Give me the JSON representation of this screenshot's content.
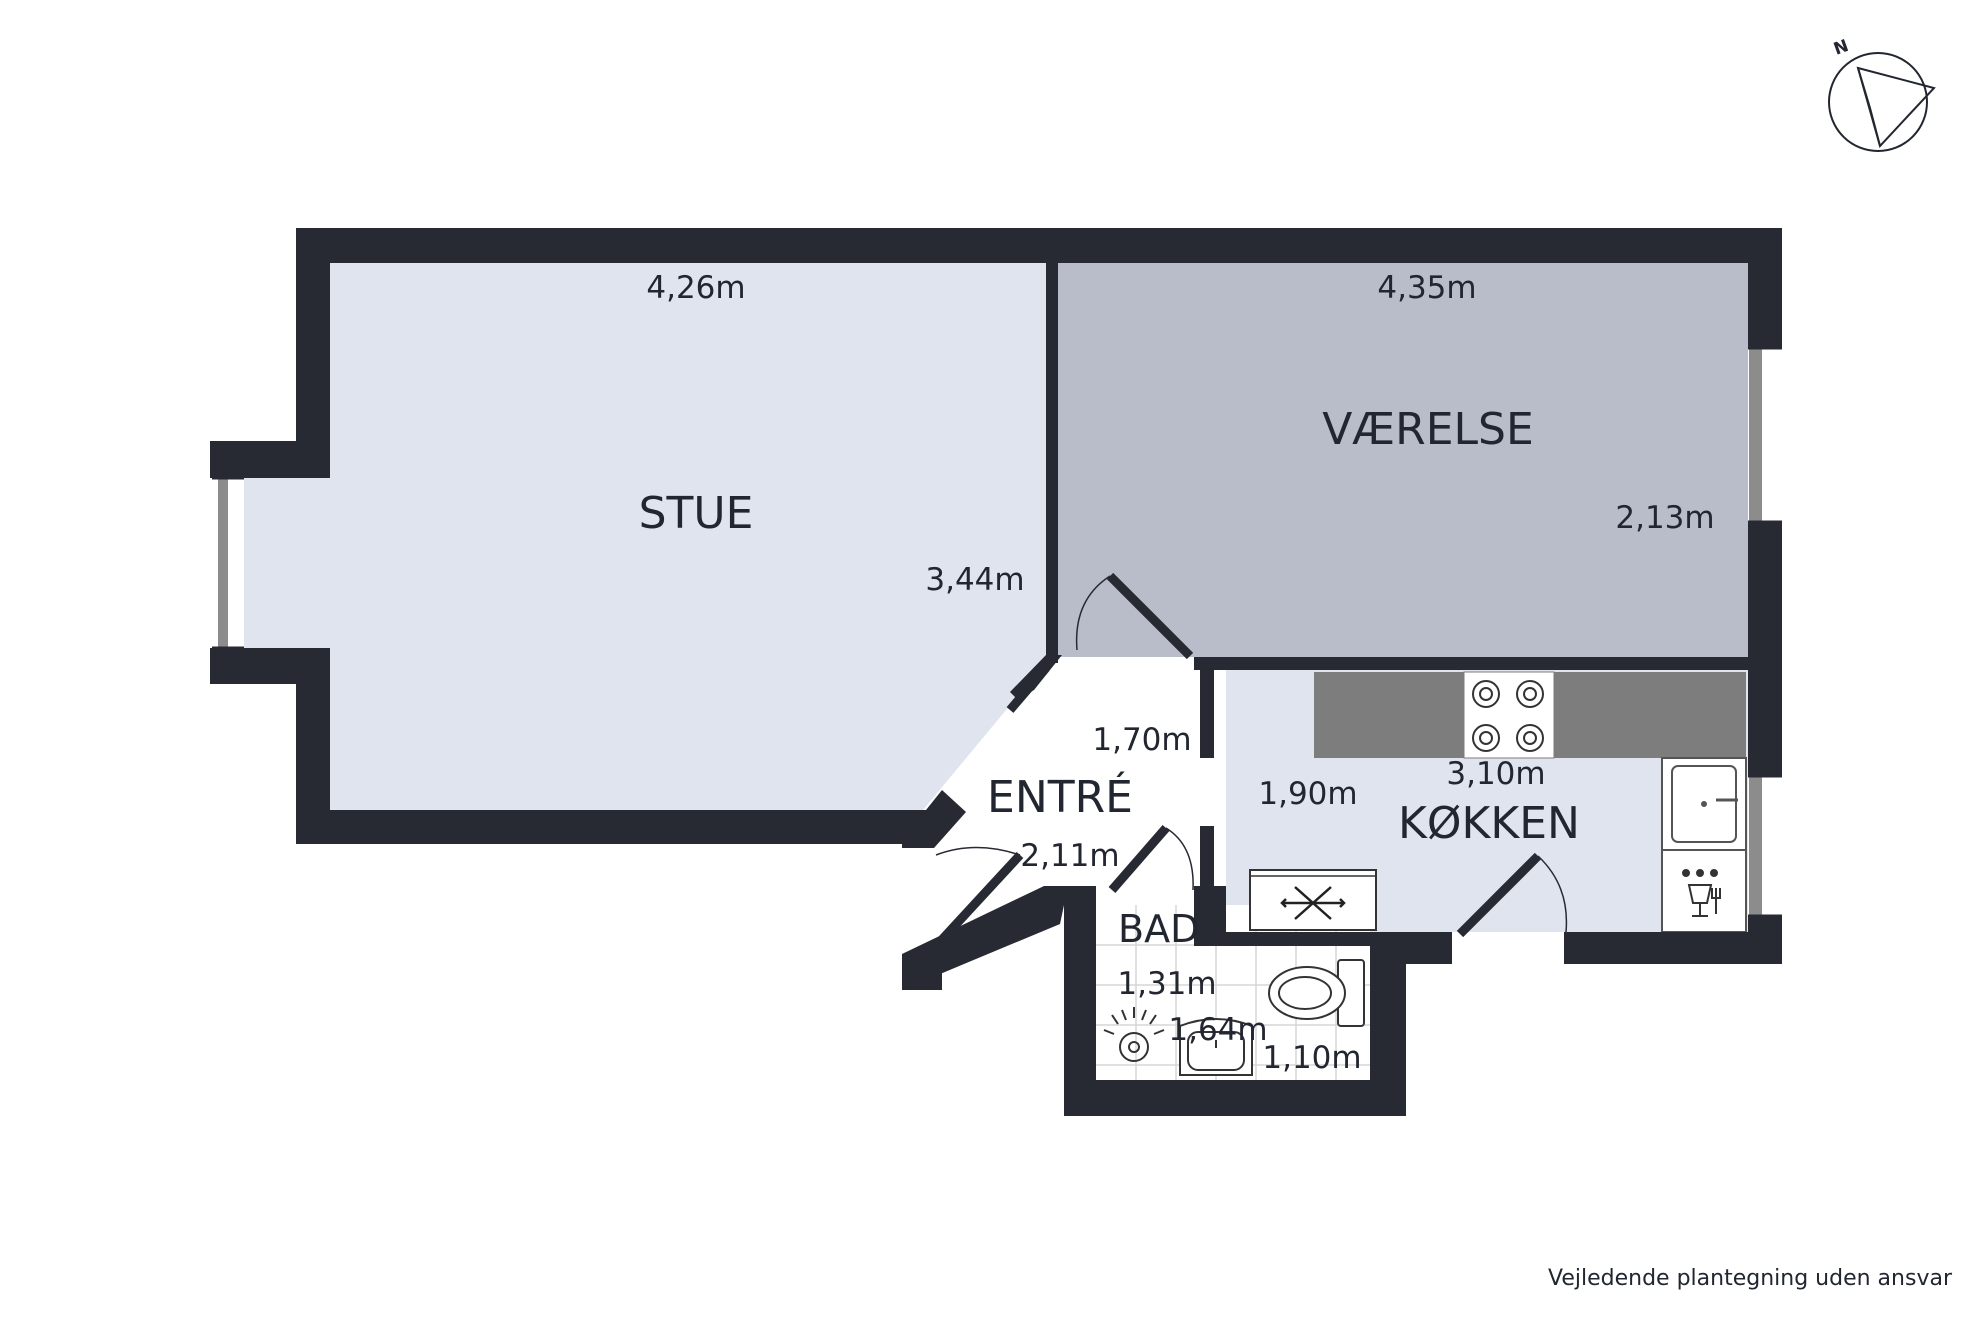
{
  "compass": {
    "label": "N",
    "icon": "compass-icon"
  },
  "rooms": {
    "stue": {
      "name": "STUE",
      "width": "4,26m",
      "depth": "3,44m"
    },
    "vaerelse": {
      "name": "VÆRELSE",
      "width": "4,35m",
      "depth": "2,13m"
    },
    "entre": {
      "name": "ENTRÉ",
      "width": "1,70m",
      "depth": "2,11m"
    },
    "kokken": {
      "name": "KØKKEN",
      "width": "3,10m",
      "depth": "1,90m"
    },
    "bad": {
      "name": "BAD",
      "width": "1,31m",
      "depth": "1,64m",
      "extra": "1,10m"
    }
  },
  "fixtures": {
    "stove": "stove-icon",
    "sink": "kitchen-sink-icon",
    "dishwasher": "dishwasher-icon",
    "fridge": "freezer-icon",
    "toilet": "toilet-icon",
    "washbasin": "washbasin-icon",
    "shower": "shower-icon"
  },
  "colors": {
    "wall": "#282a33",
    "stue_floor": "#dfe4ee",
    "vaerelse_floor": "#b8bdc9",
    "kokken_floor": "#dfe4ee",
    "counter": "#7d7d7d",
    "window_glass": "#8c8c8c"
  },
  "disclaimer": "Vejledende plantegning uden ansvar"
}
